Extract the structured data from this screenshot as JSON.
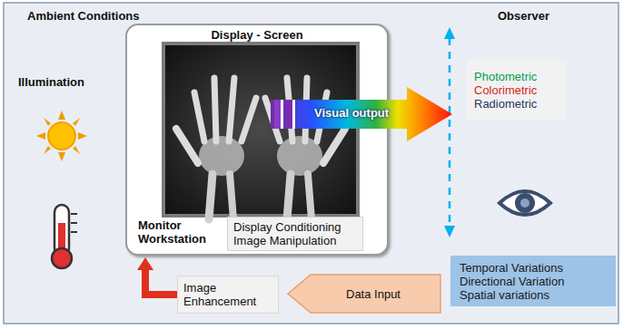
{
  "diagram": {
    "nodes": [
      {
        "text": [
          "Display - Screen",
          "Monitor Workstation"
        ]
      },
      {
        "text": [
          "Display Conditioning Image Manipulation"
        ],
        "in": 0
      },
      {
        "text": [
          "Visual output"
        ]
      },
      {
        "text": [
          "Photometric",
          "Colorimetric",
          "Radiometric"
        ]
      },
      {
        "text": [
          "Temporal Variations",
          "Directional Variation",
          "Spatial variations"
        ]
      },
      {
        "text": [
          "Image Enhancement"
        ]
      },
      {
        "text": [
          "Data Input"
        ]
      }
    ],
    "edges": [
      {
        "from": 5,
        "to": 0,
        "arrow": "to"
      }
    ],
    "labels": [
      "Ambient Conditions",
      "Observer",
      "Illumination"
    ]
  }
}
